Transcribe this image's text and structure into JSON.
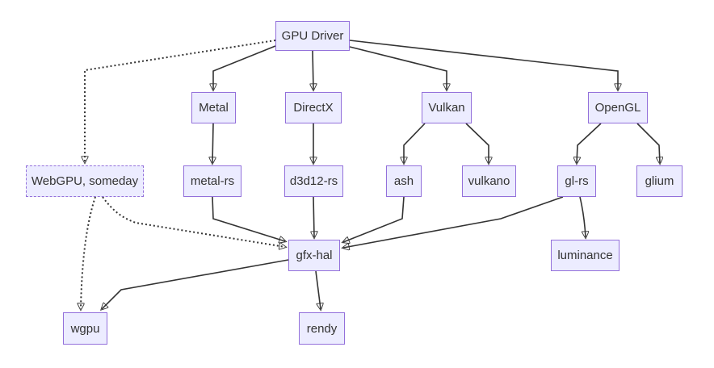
{
  "diagram": {
    "type": "flowchart",
    "colors": {
      "node_fill": "#ECECFF",
      "node_border": "#9370DB",
      "edge": "#333333",
      "text": "#333333",
      "background": "#ffffff"
    },
    "nodes": [
      {
        "id": "gpu-driver",
        "label": "GPU Driver",
        "border": "solid"
      },
      {
        "id": "metal",
        "label": "Metal",
        "border": "solid"
      },
      {
        "id": "directx",
        "label": "DirectX",
        "border": "solid"
      },
      {
        "id": "vulkan",
        "label": "Vulkan",
        "border": "solid"
      },
      {
        "id": "opengl",
        "label": "OpenGL",
        "border": "solid"
      },
      {
        "id": "webgpu",
        "label": "WebGPU, someday",
        "border": "dashed"
      },
      {
        "id": "metal-rs",
        "label": "metal-rs",
        "border": "solid"
      },
      {
        "id": "d3d12-rs",
        "label": "d3d12-rs",
        "border": "solid"
      },
      {
        "id": "ash",
        "label": "ash",
        "border": "solid"
      },
      {
        "id": "vulkano",
        "label": "vulkano",
        "border": "solid"
      },
      {
        "id": "gl-rs",
        "label": "gl-rs",
        "border": "solid"
      },
      {
        "id": "glium",
        "label": "glium",
        "border": "solid"
      },
      {
        "id": "gfx-hal",
        "label": "gfx-hal",
        "border": "solid"
      },
      {
        "id": "luminance",
        "label": "luminance",
        "border": "solid"
      },
      {
        "id": "wgpu",
        "label": "wgpu",
        "border": "solid"
      },
      {
        "id": "rendy",
        "label": "rendy",
        "border": "solid"
      }
    ],
    "edges": [
      {
        "from": "gpu-driver",
        "to": "metal",
        "style": "solid"
      },
      {
        "from": "gpu-driver",
        "to": "directx",
        "style": "solid"
      },
      {
        "from": "gpu-driver",
        "to": "vulkan",
        "style": "solid"
      },
      {
        "from": "gpu-driver",
        "to": "opengl",
        "style": "solid"
      },
      {
        "from": "gpu-driver",
        "to": "webgpu",
        "style": "dotted"
      },
      {
        "from": "metal",
        "to": "metal-rs",
        "style": "solid"
      },
      {
        "from": "directx",
        "to": "d3d12-rs",
        "style": "solid"
      },
      {
        "from": "vulkan",
        "to": "ash",
        "style": "solid"
      },
      {
        "from": "vulkan",
        "to": "vulkano",
        "style": "solid"
      },
      {
        "from": "opengl",
        "to": "gl-rs",
        "style": "solid"
      },
      {
        "from": "opengl",
        "to": "glium",
        "style": "solid"
      },
      {
        "from": "metal-rs",
        "to": "gfx-hal",
        "style": "solid"
      },
      {
        "from": "d3d12-rs",
        "to": "gfx-hal",
        "style": "solid"
      },
      {
        "from": "ash",
        "to": "gfx-hal",
        "style": "solid"
      },
      {
        "from": "gl-rs",
        "to": "gfx-hal",
        "style": "solid"
      },
      {
        "from": "gl-rs",
        "to": "luminance",
        "style": "solid"
      },
      {
        "from": "webgpu",
        "to": "gfx-hal",
        "style": "dotted"
      },
      {
        "from": "webgpu",
        "to": "wgpu",
        "style": "dotted"
      },
      {
        "from": "gfx-hal",
        "to": "wgpu",
        "style": "solid"
      },
      {
        "from": "gfx-hal",
        "to": "rendy",
        "style": "solid"
      }
    ]
  }
}
